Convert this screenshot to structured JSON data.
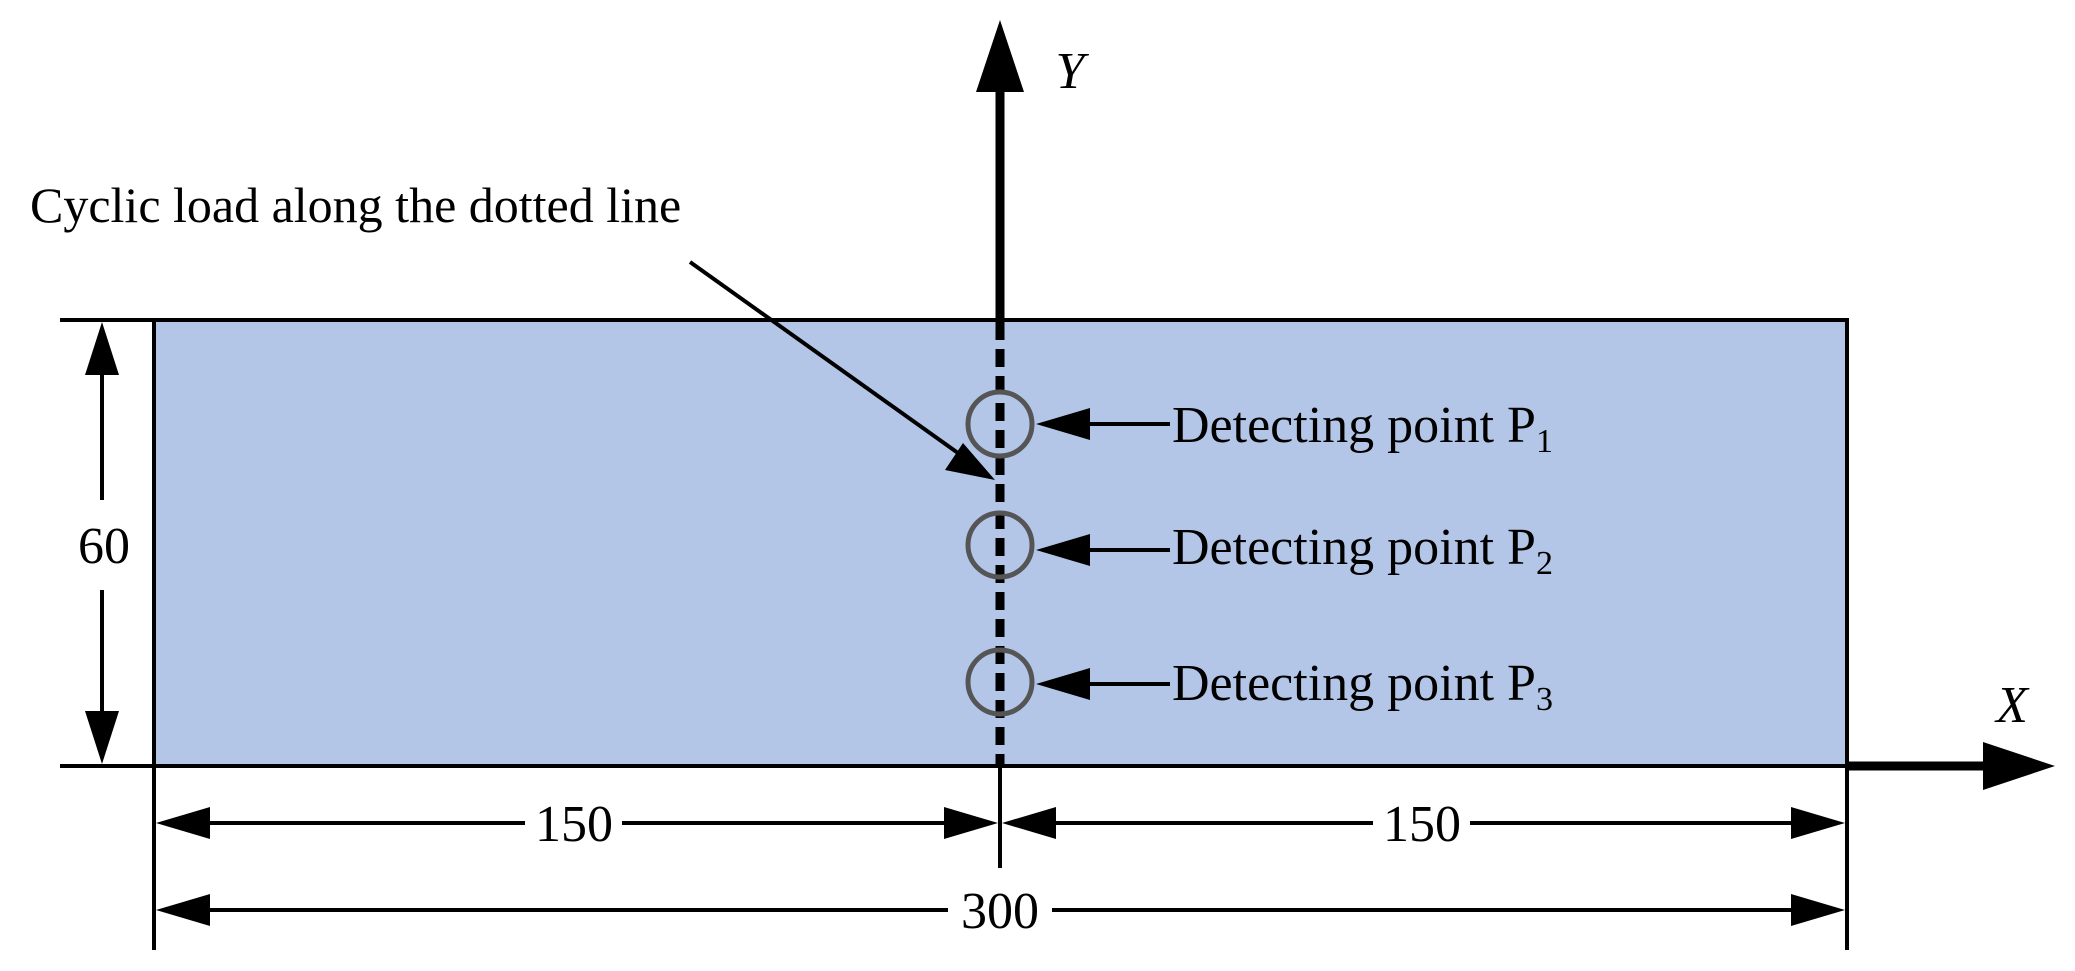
{
  "axes": {
    "x_label": "X",
    "y_label": "Y"
  },
  "annotation": {
    "load_text": "Cyclic load along the dotted line"
  },
  "detecting_points": [
    {
      "prefix": "Detecting point P",
      "subscript": "1"
    },
    {
      "prefix": "Detecting point P",
      "subscript": "2"
    },
    {
      "prefix": "Detecting point P",
      "subscript": "3"
    }
  ],
  "dimensions": {
    "height": "60",
    "left_half": "150",
    "right_half": "150",
    "total": "300"
  },
  "colors": {
    "plate_fill": "#b4c6e7",
    "line": "#000000",
    "circle": "#555555"
  }
}
